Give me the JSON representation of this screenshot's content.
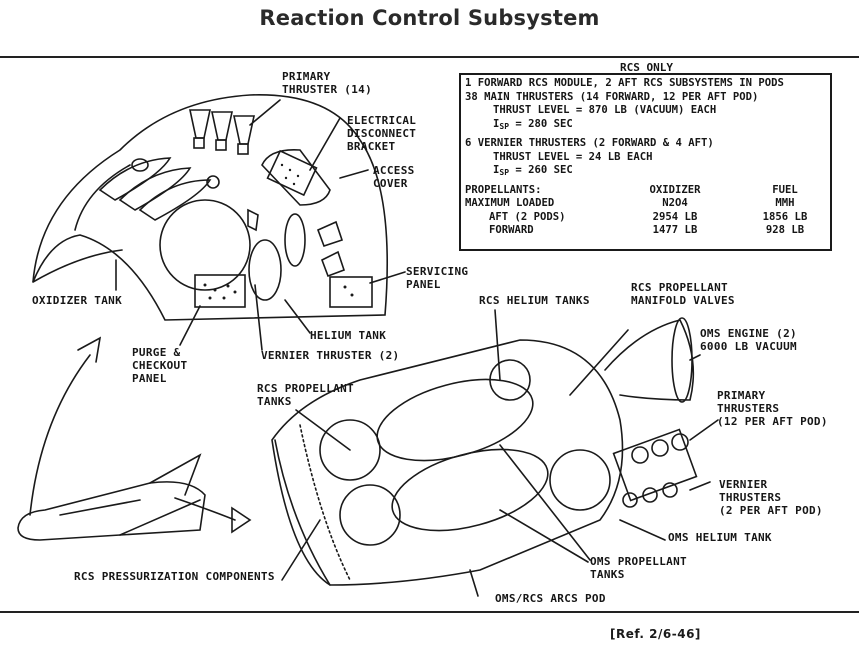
{
  "title": "Reaction Control Subsystem",
  "reference": "[Ref. 2/6-46]",
  "spec_box": {
    "caption": "RCS ONLY",
    "lines": {
      "modules": "1 FORWARD RCS MODULE, 2 AFT RCS SUBSYSTEMS IN PODS",
      "main_thrusters": "38 MAIN THRUSTERS (14 FORWARD, 12 PER AFT POD)",
      "main_thrust_level": "THRUST LEVEL = 870 LB (VACUUM) EACH",
      "main_isp_label": "I",
      "main_isp_sub": "SP",
      "main_isp_value": " = 280 SEC",
      "vernier_thrusters": "6 VERNIER THRUSTERS (2 FORWARD & 4 AFT)",
      "vernier_thrust_level": "THRUST LEVEL = 24 LB EACH",
      "vernier_isp_label": "I",
      "vernier_isp_sub": "SP",
      "vernier_isp_value": " = 260 SEC"
    },
    "propellants": {
      "header": [
        "PROPELLANTS:",
        "OXIDIZER",
        "FUEL"
      ],
      "subheader": [
        "MAXIMUM LOADED",
        "N2O4",
        "MMH"
      ],
      "rows": [
        {
          "label": "AFT (2 PODS)",
          "oxidizer": "2954 LB",
          "fuel": "1856 LB"
        },
        {
          "label": "FORWARD",
          "oxidizer": "1477 LB",
          "fuel": "928 LB"
        }
      ]
    }
  },
  "forward_module_labels": {
    "primary_thruster": "PRIMARY\nTHRUSTER (14)",
    "electrical_disconnect": "ELECTRICAL\nDISCONNECT\nBRACKET",
    "access_cover": "ACCESS\nCOVER",
    "servicing_panel": "SERVICING\nPANEL",
    "oxidizer_tank": "OXIDIZER TANK",
    "helium_tank": "HELIUM TANK",
    "purge_checkout_panel": "PURGE &\nCHECKOUT\nPANEL",
    "vernier_thruster": "VERNIER THRUSTER (2)"
  },
  "aft_pod_labels": {
    "rcs_helium_tanks": "RCS HELIUM TANKS",
    "rcs_manifold_valves": "RCS PROPELLANT\nMANIFOLD VALVES",
    "oms_engine": "OMS ENGINE (2)\n6000 LB VACUUM",
    "primary_thrusters": "PRIMARY\nTHRUSTERS\n(12 PER AFT POD)",
    "vernier_thrusters": "VERNIER\nTHRUSTERS\n(2 PER AFT POD)",
    "oms_helium_tank": "OMS HELIUM TANK",
    "oms_propellant_tanks": "OMS PROPELLANT\nTANKS",
    "oms_rcs_pod": "OMS/RCS ARCS POD",
    "rcs_propellant_tanks": "RCS PROPELLANT\nTANKS",
    "rcs_pressurization": "RCS PRESSURIZATION COMPONENTS"
  }
}
